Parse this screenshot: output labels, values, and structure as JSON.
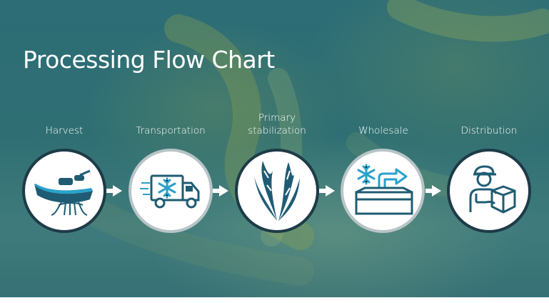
{
  "title": "Processing Flow Chart",
  "colors": {
    "icon_primary": "#1f5c73",
    "icon_light": "#2aa1c9",
    "circle_border": "#1d3b47",
    "background": "#2f6f73"
  },
  "steps": [
    {
      "label": "Harvest",
      "icon": "boat-harvest-icon"
    },
    {
      "label": "Transportation",
      "icon": "refrigerated-truck-icon"
    },
    {
      "label": "Primary\nstabilization",
      "icon": "seaweed-icon"
    },
    {
      "label": "Wholesale",
      "icon": "freezer-box-icon"
    },
    {
      "label": "Distribution",
      "icon": "delivery-person-icon"
    }
  ]
}
